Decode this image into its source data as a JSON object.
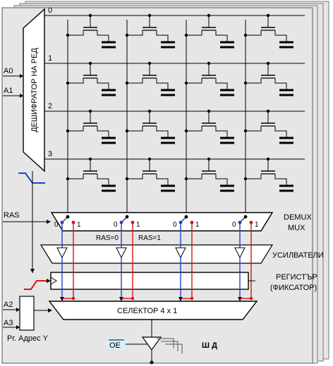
{
  "inputs": {
    "a0": "A0",
    "a1": "A1",
    "a2": "A2",
    "a3": "A3",
    "ras": "RAS",
    "oe": "OE"
  },
  "row_decoder_label": "ДЕШИФРАТОР НА РЕД",
  "row_numbers": [
    "0",
    "1",
    "2",
    "3"
  ],
  "demux": {
    "line1": "DEMUX",
    "line2": "MUX"
  },
  "switch_labels": {
    "zero": "0",
    "one": "1"
  },
  "ras_states": {
    "zero": "RAS=0",
    "one": "RAS=1"
  },
  "amplifiers_label": "УСИЛВАТЕЛИ",
  "register": {
    "line1": "РЕГИСТЪР",
    "line2": "(ФИКСАТОР)"
  },
  "selector_label": "СЕЛЕКТОР 4 x 1",
  "address_register_label": "Рг. Адрес Y",
  "data_bus_label": "Ш Д",
  "colors": {
    "background": "#e6e6e6",
    "line": "#000000",
    "blue": "#1f3fd0",
    "red": "#e01010",
    "highlight": "#d8f0ff"
  }
}
